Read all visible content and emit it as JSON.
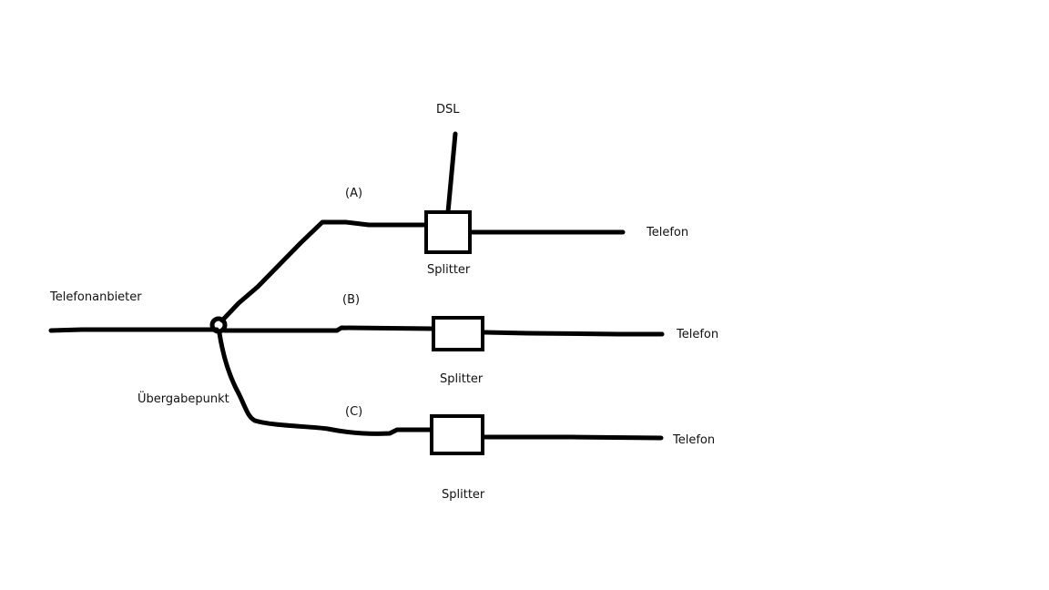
{
  "labels": {
    "provider": "Telefonanbieter",
    "handover": "Übergabepunkt",
    "dsl": "DSL",
    "branch_a": "(A)",
    "branch_b": "(B)",
    "branch_c": "(C)",
    "splitter_a": "Splitter",
    "splitter_b": "Splitter",
    "splitter_c": "Splitter",
    "phone_a": "Telefon",
    "phone_b": "Telefon",
    "phone_c": "Telefon"
  }
}
